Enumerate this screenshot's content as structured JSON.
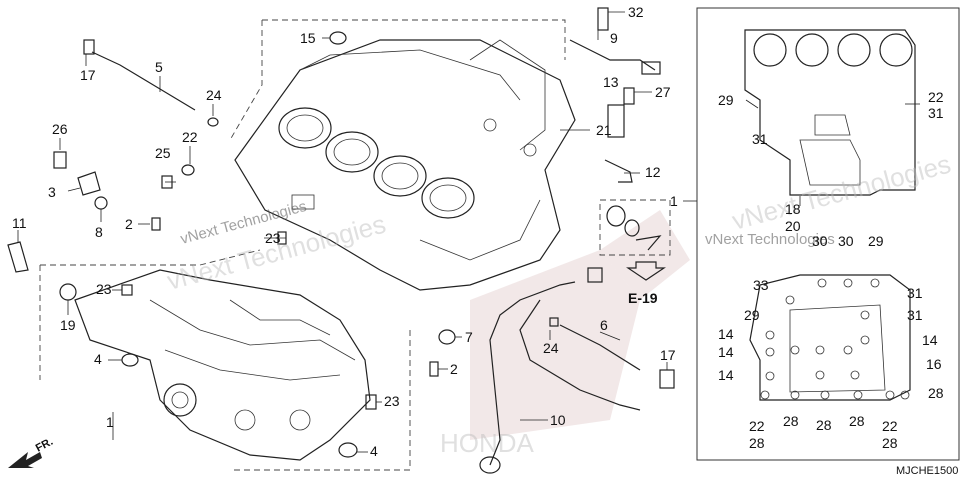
{
  "callouts": {
    "c32": "32",
    "c15": "15",
    "c9": "9",
    "c17a": "17",
    "c5": "5",
    "c13": "13",
    "c27": "27",
    "c24a": "24",
    "c26": "26",
    "c22a": "22",
    "c25": "25",
    "c21": "21",
    "c12": "12",
    "c3": "3",
    "c8": "8",
    "c2a": "2",
    "c11": "11",
    "c23a": "23",
    "c23b": "23",
    "c19": "19",
    "c7": "7",
    "c24b": "24",
    "c6": "6",
    "c4a": "4",
    "c2b": "2",
    "c17b": "17",
    "c1a": "1",
    "c23c": "23",
    "c10": "10",
    "c4b": "4",
    "c1b": "1",
    "r29a": "29",
    "r22a": "22",
    "r31a": "31",
    "r31b": "31",
    "r18": "18",
    "r20": "20",
    "r30a": "30",
    "r30b": "30",
    "r29b": "29",
    "r33": "33",
    "r31c": "31",
    "r29c": "29",
    "r31d": "31",
    "r14a": "14",
    "r14b": "14",
    "r14c": "14",
    "r14d": "14",
    "r16": "16",
    "r28a": "28",
    "r22b": "22",
    "r28b": "28",
    "r28c": "28",
    "r28d": "28",
    "r28e": "28",
    "r22c": "22",
    "r28f": "28"
  },
  "e_reference": "E-19",
  "front_label": "FR.",
  "watermark_text": "vNext Technologies",
  "brand_text": "HONDA",
  "diagram_code": "MJCHE1500",
  "colors": {
    "line": "#222222",
    "watermark": "#555555",
    "hatch": "#e8d6d6"
  }
}
